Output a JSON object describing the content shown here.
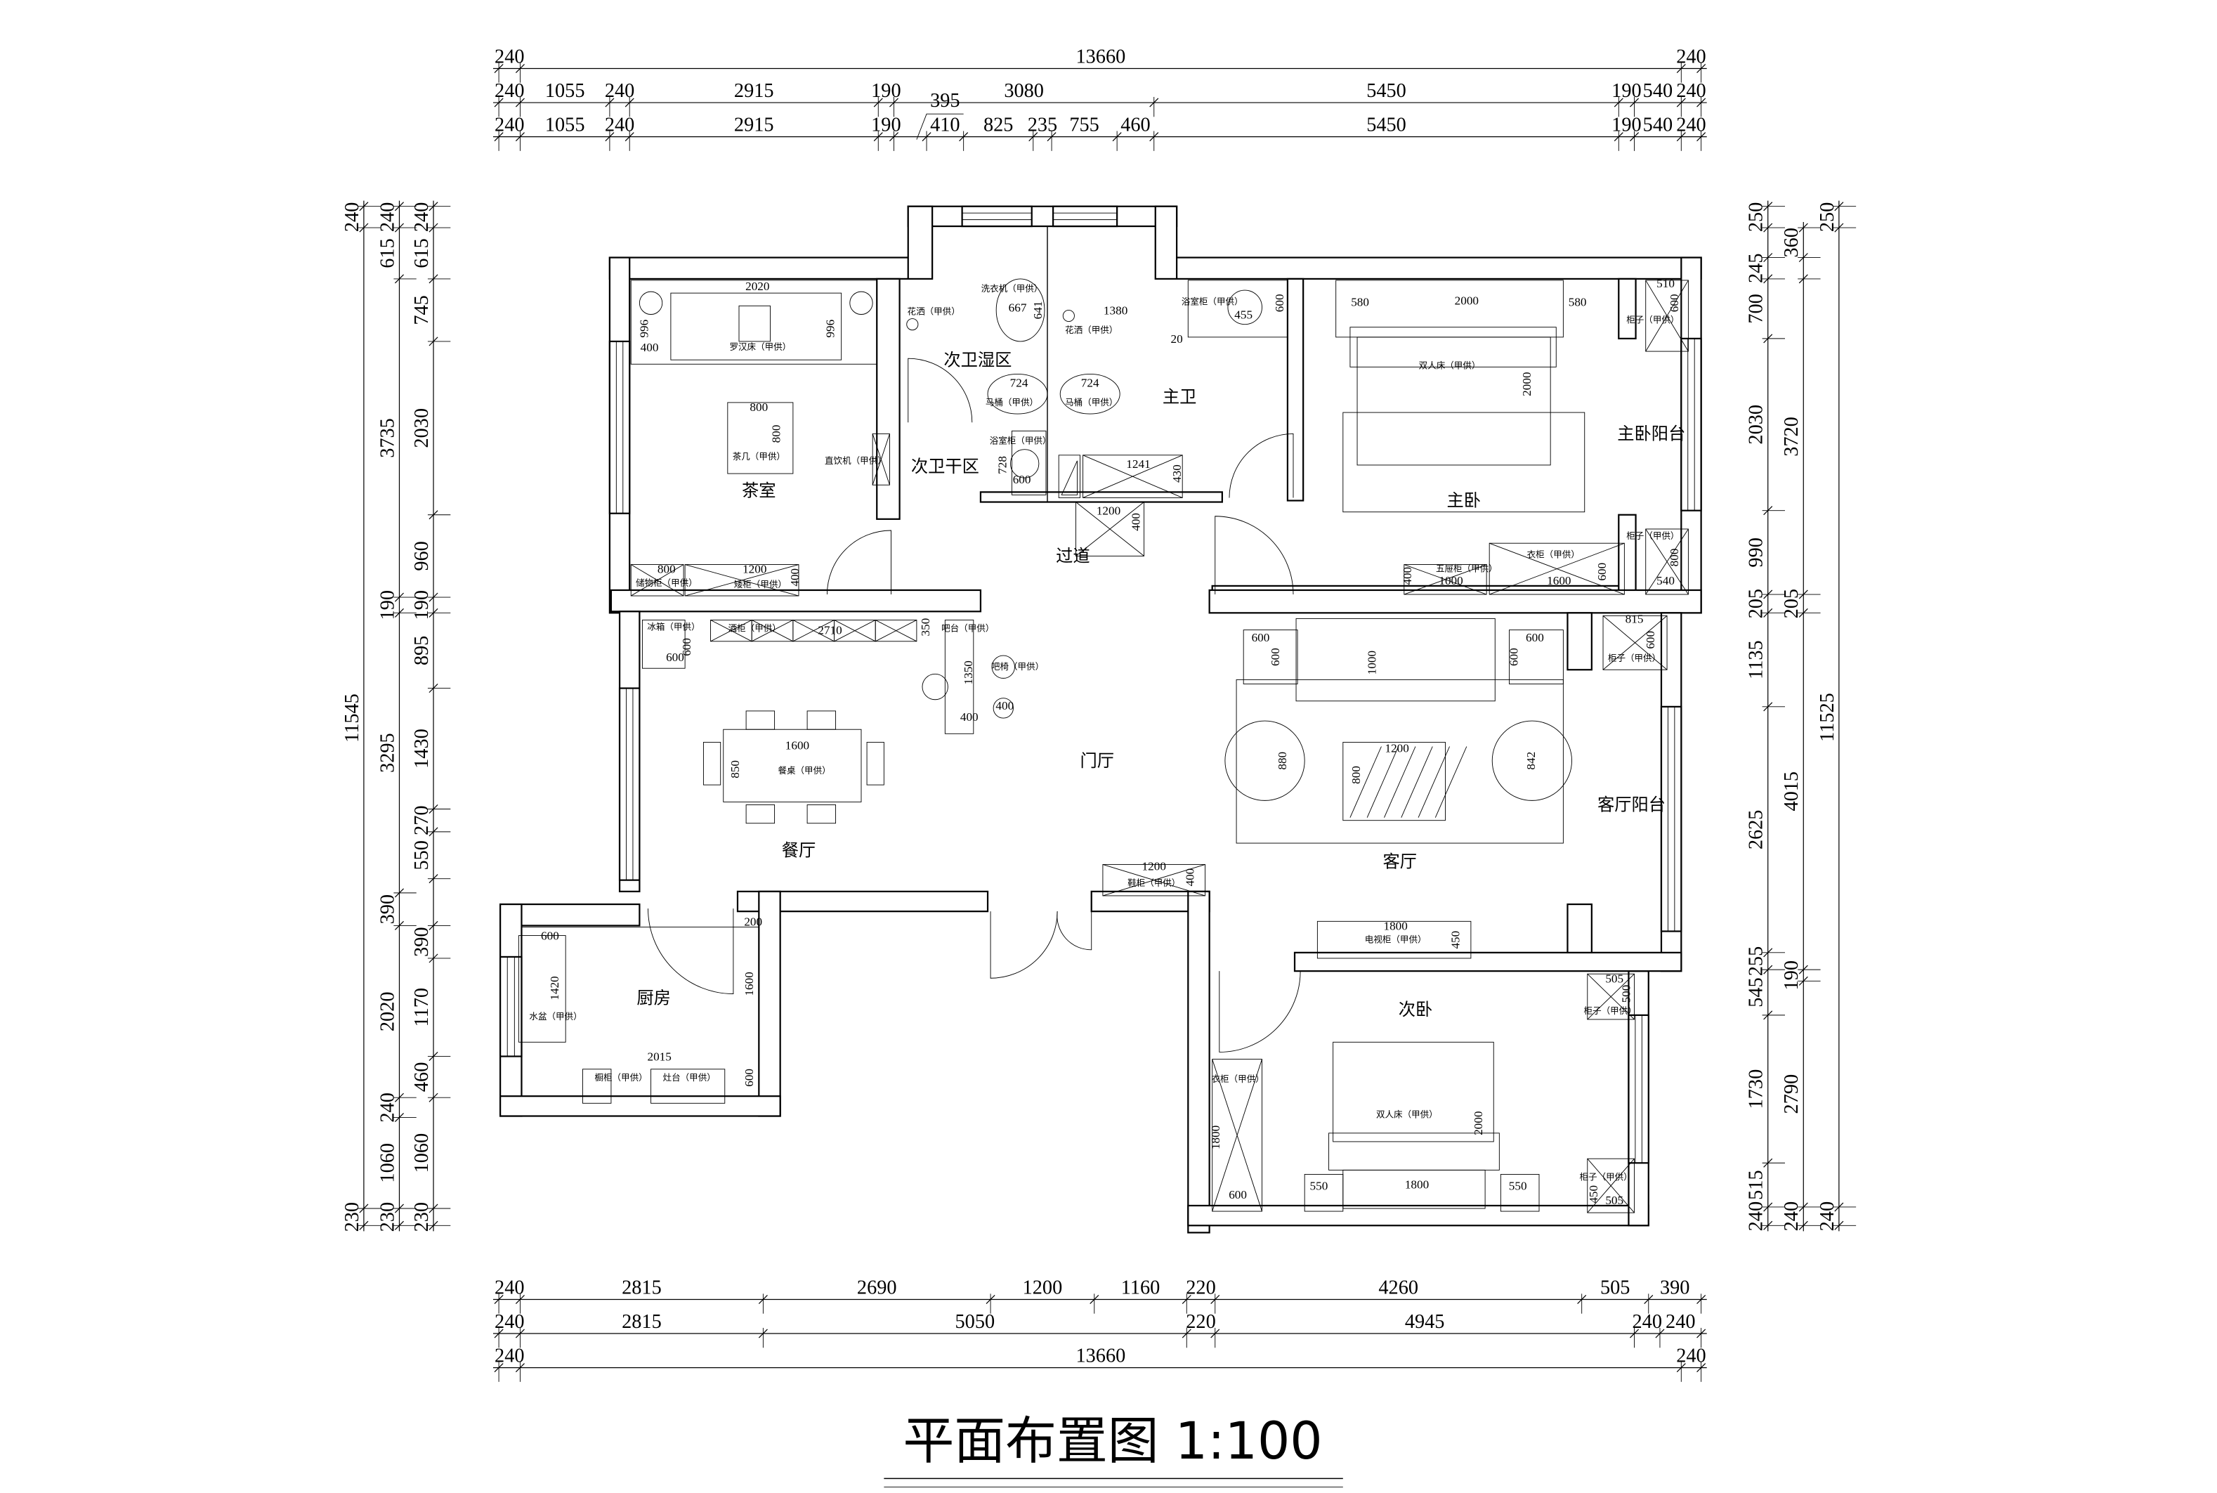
{
  "title": "平面布置图 1:100",
  "rooms": [
    "茶室",
    "次卫湿区",
    "次卫干区",
    "主卫",
    "主卧",
    "主卧阳台",
    "过道",
    "门厅",
    "餐厅",
    "客厅",
    "客厅阳台",
    "厨房",
    "次卧"
  ],
  "furniture_labels": [
    "2020",
    "罗汉床（甲供）",
    "996",
    "400",
    "996",
    "800",
    "800",
    "茶几（甲供）",
    "直饮机（甲供）",
    "800",
    "储物柜（甲供）",
    "1200",
    "矮柜（甲供）",
    "400",
    "洗衣机（甲供）",
    "667",
    "641",
    "花洒（甲供）",
    "花洒（甲供）",
    "1380",
    "浴室柜（甲供）",
    "455",
    "600",
    "20",
    "724",
    "马桶（甲供）",
    "724",
    "马桶（甲供）",
    "浴室柜（甲供）",
    "728",
    "600",
    "1241",
    "430",
    "1200",
    "400",
    "2000",
    "580",
    "580",
    "双人床（甲供）",
    "2000",
    "510",
    "600",
    "柜子（甲供）",
    "柜子（甲供）",
    "800",
    "540",
    "衣柜（甲供）",
    "1600",
    "600",
    "五屉柜（甲供）",
    "1000",
    "400",
    "冰箱（甲供）",
    "600",
    "600",
    "酒柜（甲供）",
    "2710",
    "350",
    "吧台（甲供）",
    "1350",
    "吧椅（甲供）",
    "400",
    "400",
    "1600",
    "850",
    "餐桌（甲供）",
    "1200",
    "鞋柜（甲供）",
    "400",
    "600",
    "600",
    "1000",
    "600",
    "600",
    "815",
    "600",
    "柜子（甲供）",
    "1200",
    "800",
    "880",
    "842",
    "1800",
    "电视柜（甲供）",
    "450",
    "600",
    "1420",
    "水盆（甲供）",
    "2015",
    "橱柜（甲供）",
    "灶台（甲供）",
    "200",
    "1600",
    "600",
    "衣柜（甲供）",
    "1800",
    "600",
    "双人床（甲供）",
    "2000",
    "1800",
    "550",
    "550",
    "505",
    "500",
    "柜子（甲供）",
    "柜子（甲供）",
    "450",
    "505"
  ],
  "dimensions": {
    "top": [
      [
        "240",
        "13660",
        "240"
      ],
      [
        "240",
        "1055",
        "240",
        "2915",
        "190",
        "3080",
        "5450",
        "190",
        "540",
        "240"
      ],
      [
        "240",
        "1055",
        "240",
        "2915",
        "190",
        "410",
        "825",
        "235",
        "755",
        "460",
        "5450",
        "190",
        "540",
        "240"
      ]
    ],
    "top_extra": "395",
    "bottom": [
      [
        "240",
        "2815",
        "2690",
        "1200",
        "1160",
        "220",
        "4260",
        "505",
        "390"
      ],
      [
        "240",
        "2815",
        "5050",
        "220",
        "4945",
        "240",
        "240"
      ],
      [
        "240",
        "13660",
        "240"
      ]
    ],
    "left": [
      [
        "240",
        "11545",
        "230"
      ],
      [
        "240",
        "615",
        "3735",
        "190",
        "3295",
        "390",
        "2020",
        "240",
        "1060",
        "230"
      ],
      [
        "240",
        "615",
        "745",
        "2030",
        "960",
        "190",
        "895",
        "1430",
        "270",
        "550",
        "390",
        "1170",
        "460",
        "1060",
        "230"
      ]
    ],
    "right": [
      [
        "250",
        "245",
        "700",
        "2030",
        "990",
        "205",
        "1135",
        "2625",
        "255",
        "545",
        "1730",
        "515",
        "240"
      ],
      [
        "360",
        "3720",
        "205",
        "4015",
        "190",
        "2790",
        "240"
      ],
      [
        "250",
        "11525",
        "240"
      ]
    ]
  }
}
